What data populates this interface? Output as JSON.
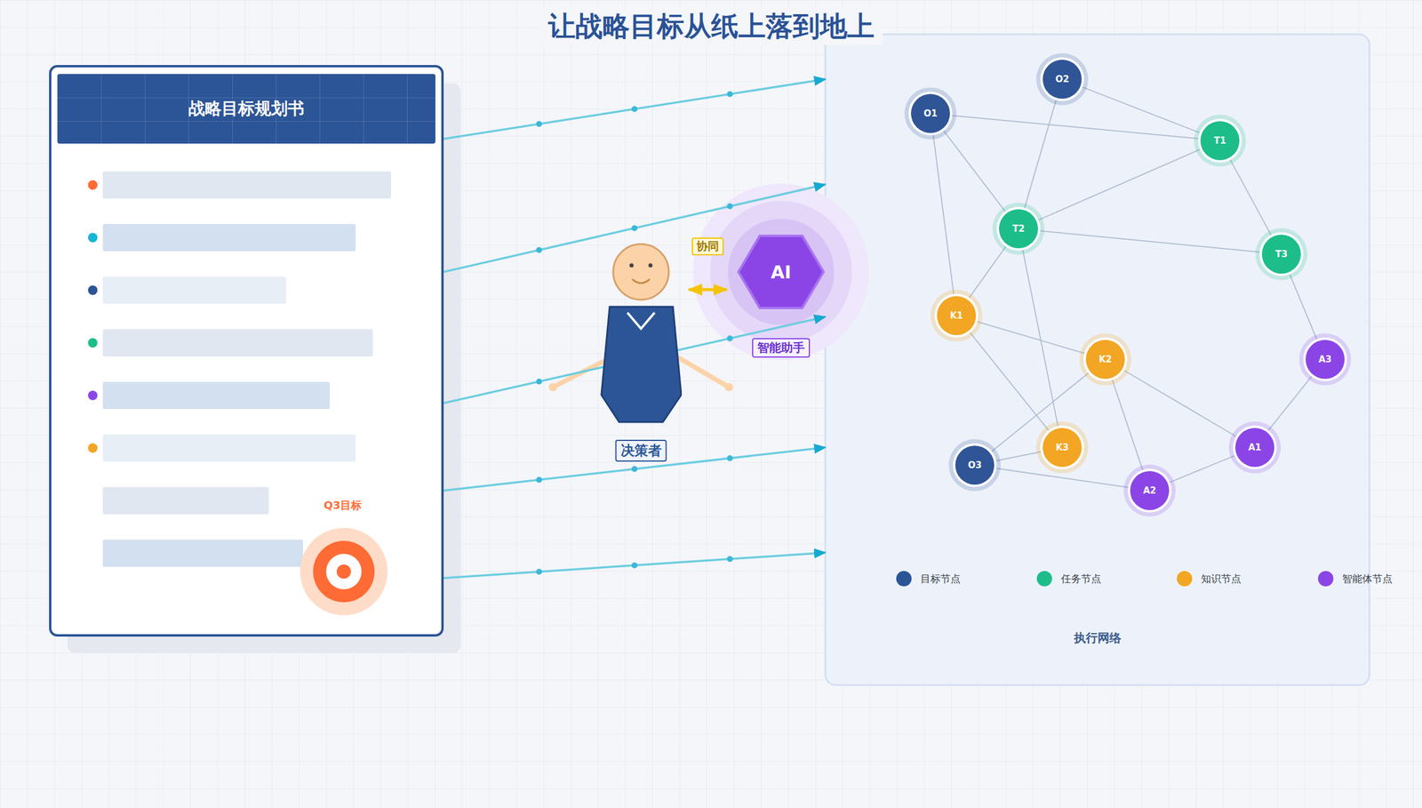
{
  "diagram": {
    "title": "让战略目标从纸上落到地上",
    "nodes": [
      {
        "text": [
          "战略目标规划书"
        ]
      },
      {
        "text": [
          "决策者"
        ]
      },
      {
        "text": [
          "AI",
          "智能助手"
        ]
      },
      {
        "text": [
          "执行网络"
        ]
      },
      {
        "text": [
          "O1"
        ],
        "in": 3
      },
      {
        "text": [
          "O2"
        ],
        "in": 3
      },
      {
        "text": [
          "T1"
        ],
        "in": 3
      },
      {
        "text": [
          "T2"
        ],
        "in": 3
      },
      {
        "text": [
          "T3"
        ],
        "in": 3
      },
      {
        "text": [
          "K1"
        ],
        "in": 3
      },
      {
        "text": [
          "K2"
        ],
        "in": 3
      },
      {
        "text": [
          "K3"
        ],
        "in": 3
      },
      {
        "text": [
          "O3"
        ],
        "in": 3
      },
      {
        "text": [
          "A1"
        ],
        "in": 3
      },
      {
        "text": [
          "A2"
        ],
        "in": 3
      },
      {
        "text": [
          "A3"
        ],
        "in": 3
      }
    ],
    "edges": [
      {
        "from": 0,
        "to": 3,
        "arrow": "to"
      },
      {
        "from": 0,
        "to": 3,
        "arrow": "to"
      },
      {
        "from": 0,
        "to": 3,
        "arrow": "to"
      },
      {
        "from": 0,
        "to": 3,
        "arrow": "to"
      },
      {
        "from": 0,
        "to": 3,
        "arrow": "to"
      },
      {
        "from": 1,
        "to": 2,
        "label": "协同",
        "arrow": "both"
      },
      {
        "from": 4,
        "to": 6,
        "arrow": "none"
      },
      {
        "from": 4,
        "to": 7,
        "arrow": "none"
      },
      {
        "from": 4,
        "to": 9,
        "arrow": "none"
      },
      {
        "from": 5,
        "to": 6,
        "arrow": "none"
      },
      {
        "from": 5,
        "to": 7,
        "arrow": "none"
      },
      {
        "from": 7,
        "to": 6,
        "arrow": "none"
      },
      {
        "from": 7,
        "to": 8,
        "arrow": "none"
      },
      {
        "from": 7,
        "to": 9,
        "arrow": "none"
      },
      {
        "from": 7,
        "to": 11,
        "arrow": "none"
      },
      {
        "from": 6,
        "to": 8,
        "arrow": "none"
      },
      {
        "from": 8,
        "to": 15,
        "arrow": "none"
      },
      {
        "from": 9,
        "to": 10,
        "arrow": "none"
      },
      {
        "from": 9,
        "to": 11,
        "arrow": "none"
      },
      {
        "from": 10,
        "to": 12,
        "arrow": "none"
      },
      {
        "from": 10,
        "to": 14,
        "arrow": "none"
      },
      {
        "from": 10,
        "to": 13,
        "arrow": "none"
      },
      {
        "from": 12,
        "to": 11,
        "arrow": "none"
      },
      {
        "from": 12,
        "to": 14,
        "arrow": "none"
      },
      {
        "from": 14,
        "to": 13,
        "arrow": "none"
      },
      {
        "from": 13,
        "to": 15,
        "arrow": "none"
      }
    ],
    "labels": [
      "Q3目标"
    ],
    "legend": [
      {
        "text": "目标节点",
        "color": "#2c5597"
      },
      {
        "text": "任务节点",
        "color": "#1dbd8a"
      },
      {
        "text": "知识节点",
        "color": "#f2a623"
      },
      {
        "text": "智能体节点",
        "color": "#8b45e6"
      }
    ]
  }
}
